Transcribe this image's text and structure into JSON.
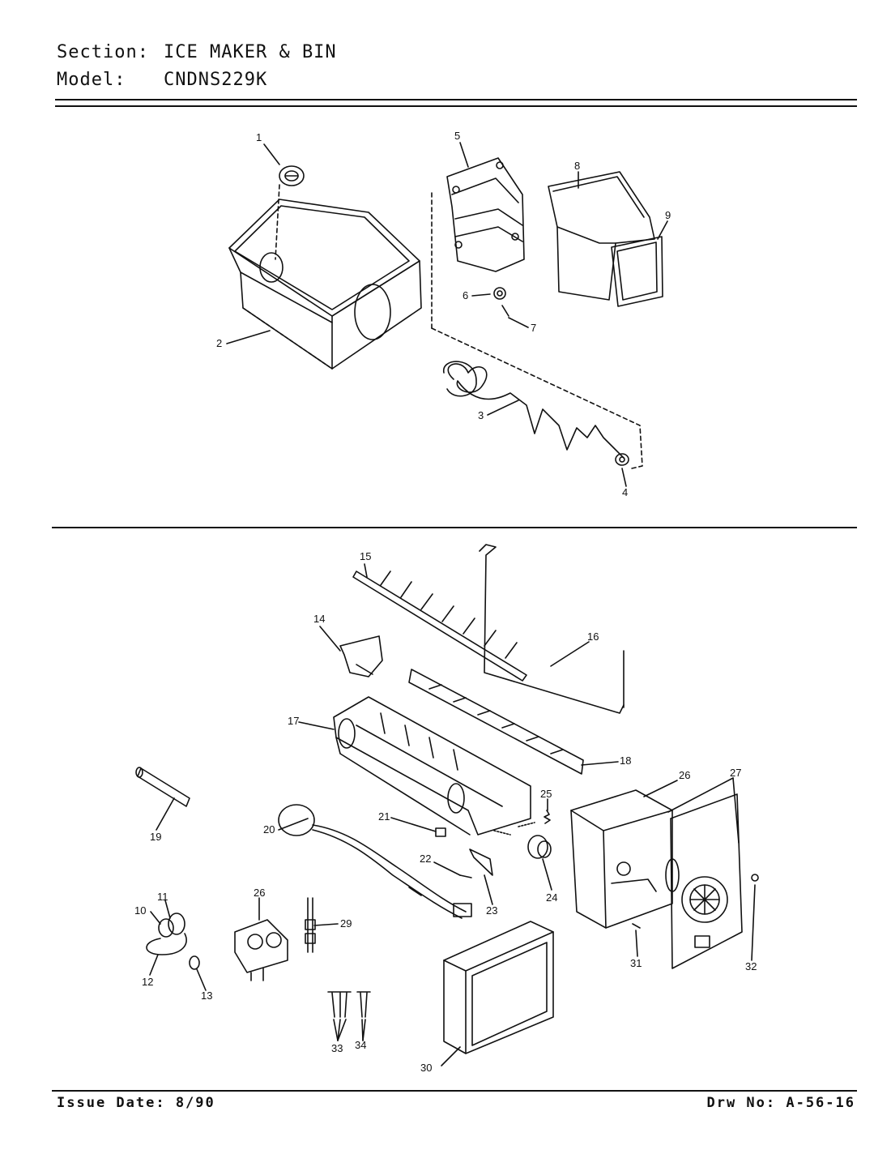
{
  "header": {
    "section_label": "Section:",
    "section_value": "ICE MAKER & BIN",
    "model_label": "Model:",
    "model_value": "CNDNS229K"
  },
  "footer": {
    "issue_date": "Issue Date: 8/90",
    "drawing_number": "Drw No: A-56-16"
  },
  "callouts": {
    "c1": "1",
    "c2": "2",
    "c3": "3",
    "c4": "4",
    "c5": "5",
    "c6": "6",
    "c7": "7",
    "c8": "8",
    "c9": "9",
    "c10": "10",
    "c11": "11",
    "c12": "12",
    "c13": "13",
    "c14": "14",
    "c15": "15",
    "c16": "16",
    "c17": "17",
    "c18": "18",
    "c19": "19",
    "c20": "20",
    "c21": "21",
    "c22": "22",
    "c23": "23",
    "c24": "24",
    "c25": "25",
    "c26a": "26",
    "c26b": "26",
    "c27": "27",
    "c29": "29",
    "c30": "30",
    "c31": "31",
    "c32": "32",
    "c33": "33",
    "c34": "34"
  }
}
